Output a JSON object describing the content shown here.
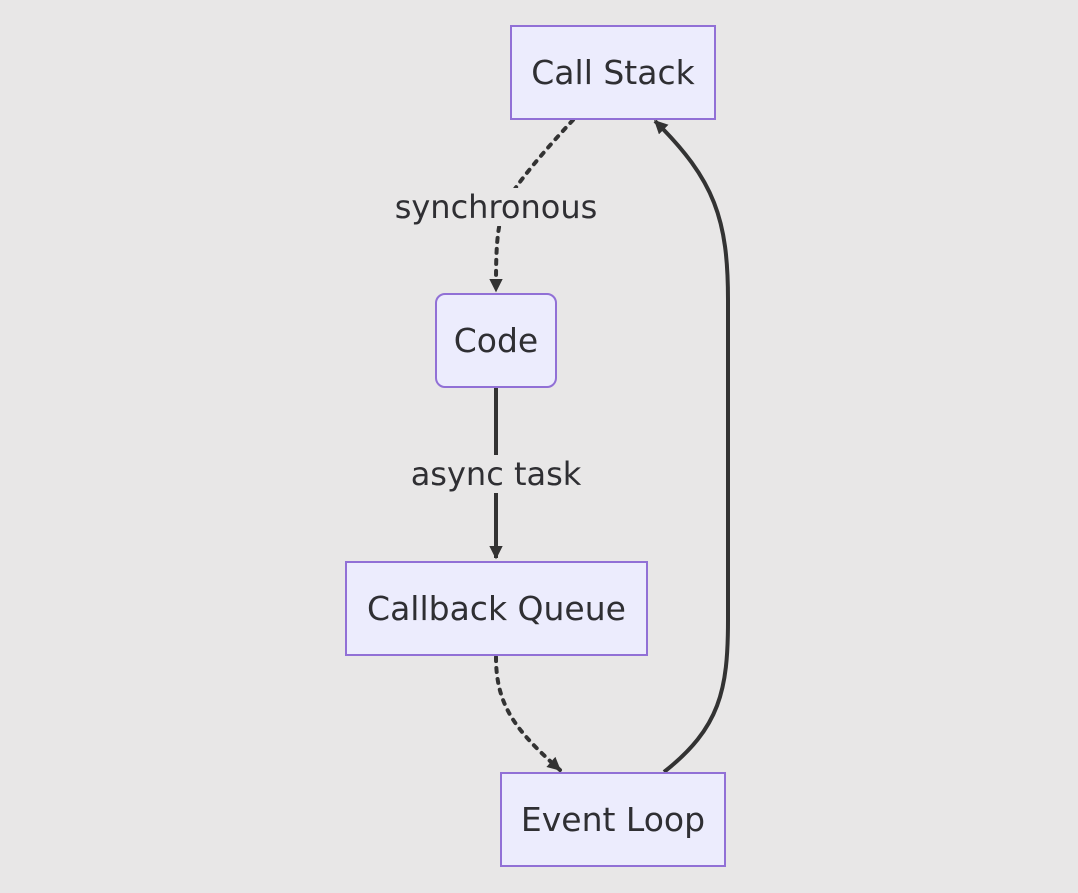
{
  "diagram": {
    "type": "flowchart",
    "colors": {
      "background": "#e8e7e7",
      "node_fill": "#ececfd",
      "node_border": "#9170d6",
      "edge": "#333333",
      "text": "#2f2f33"
    },
    "nodes": {
      "call_stack": {
        "label": "Call Stack"
      },
      "code": {
        "label": "Code"
      },
      "callback_queue": {
        "label": "Callback Queue"
      },
      "event_loop": {
        "label": "Event Loop"
      }
    },
    "edges": [
      {
        "from": "Call Stack",
        "to": "Code",
        "label": "synchronous",
        "style": "dotted"
      },
      {
        "from": "Code",
        "to": "Callback Queue",
        "label": "async task",
        "style": "solid"
      },
      {
        "from": "Callback Queue",
        "to": "Event Loop",
        "label": "",
        "style": "dotted"
      },
      {
        "from": "Event Loop",
        "to": "Call Stack",
        "label": "",
        "style": "solid"
      }
    ],
    "edge_labels": {
      "synchronous": "synchronous",
      "async_task": "async task"
    }
  }
}
